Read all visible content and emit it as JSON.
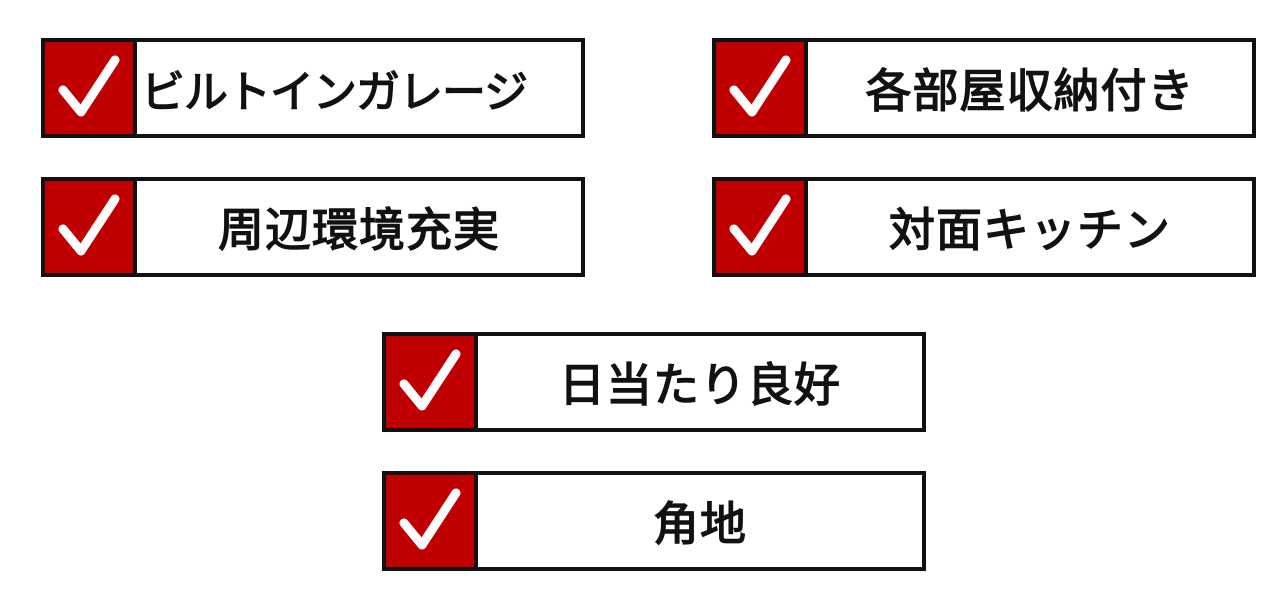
{
  "colors": {
    "checkbox_fill": "#c00000",
    "checkmark": "#ffffff",
    "border": "#111111",
    "text": "#111111",
    "background": "#ffffff"
  },
  "features": [
    {
      "label": "ビルトインガレージ",
      "checked": true,
      "icon": "checkmark-icon"
    },
    {
      "label": "各部屋収納付き",
      "checked": true,
      "icon": "checkmark-icon"
    },
    {
      "label": "周辺環境充実",
      "checked": true,
      "icon": "checkmark-icon"
    },
    {
      "label": "対面キッチン",
      "checked": true,
      "icon": "checkmark-icon"
    },
    {
      "label": "日当たり良好",
      "checked": true,
      "icon": "checkmark-icon"
    },
    {
      "label": "角地",
      "checked": true,
      "icon": "checkmark-icon"
    }
  ]
}
